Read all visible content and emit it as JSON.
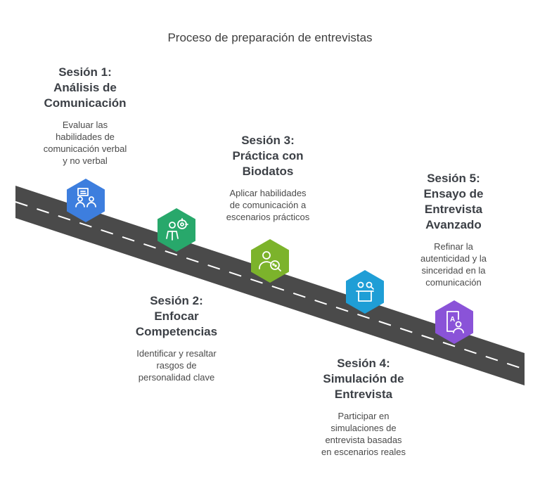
{
  "title": "Proceso de preparación de entrevistas",
  "sessions": [
    {
      "heading": [
        "Sesión 1:",
        "Análisis de",
        "Comunicación"
      ],
      "desc": [
        "Evaluar las",
        "habilidades de",
        "comunicación verbal",
        "y no verbal"
      ],
      "color": "#3d7ede",
      "icon": "presentation-people-icon"
    },
    {
      "heading": [
        "Sesión 2:",
        "Enfocar",
        "Competencias"
      ],
      "desc": [
        "Identificar y resaltar",
        "rasgos de",
        "personalidad clave"
      ],
      "color": "#28a86b",
      "icon": "person-target-icon"
    },
    {
      "heading": [
        "Sesión 3:",
        "Práctica con",
        "Biodatos"
      ],
      "desc": [
        "Aplicar habilidades",
        "de comunicación a",
        "escenarios prácticos"
      ],
      "color": "#7cb32b",
      "icon": "person-search-icon"
    },
    {
      "heading": [
        "Sesión 4:",
        "Simulación de",
        "Entrevista"
      ],
      "desc": [
        "Participar en",
        "simulaciones de",
        "entrevista basadas",
        "en escenarios reales"
      ],
      "color": "#1f9ed6",
      "icon": "interview-podium-icon"
    },
    {
      "heading": [
        "Sesión 5:",
        "Ensayo de",
        "Entrevista",
        "Avanzado"
      ],
      "desc": [
        "Refinar la",
        "autenticidad y la",
        "sinceridad en la",
        "comunicación"
      ],
      "color": "#8a53d8",
      "icon": "profile-document-icon"
    }
  ]
}
